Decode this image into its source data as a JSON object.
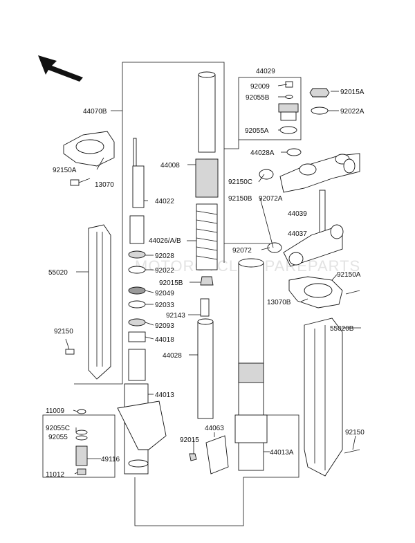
{
  "watermark": "MOTORCYCLE SPAREPARTS",
  "labels": {
    "p44029": "44029",
    "p92009": "92009",
    "p92055B": "92055B",
    "p92055A": "92055A",
    "p92015A": "92015A",
    "p92022A": "92022A",
    "p44070B": "44070B",
    "p44008": "44008",
    "p44028A": "44028A",
    "p92150C": "92150C",
    "p92072A": "92072A",
    "p92150A_l": "92150A",
    "p13070": "13070",
    "p44022": "44022",
    "p92150B": "92150B",
    "p44039": "44039",
    "p44037": "44037",
    "p44026": "44026/A/B",
    "p92072": "92072",
    "p92028": "92028",
    "p55020": "55020",
    "p92022": "92022",
    "p92015B": "92015B",
    "p92150A_r": "92150A",
    "p92049": "92049",
    "p13070B": "13070B",
    "p92033": "92033",
    "p92143": "92143",
    "p92093": "92093",
    "p55020B": "55020B",
    "p92150_l": "92150",
    "p44018": "44018",
    "p44028": "44028",
    "p44013": "44013",
    "p11009": "11009",
    "p92055C": "92055C",
    "p92055": "92055",
    "p44063": "44063",
    "p92015": "92015",
    "p92150_r": "92150",
    "p49116": "49116",
    "p44013A": "44013A",
    "p11012": "11012"
  }
}
